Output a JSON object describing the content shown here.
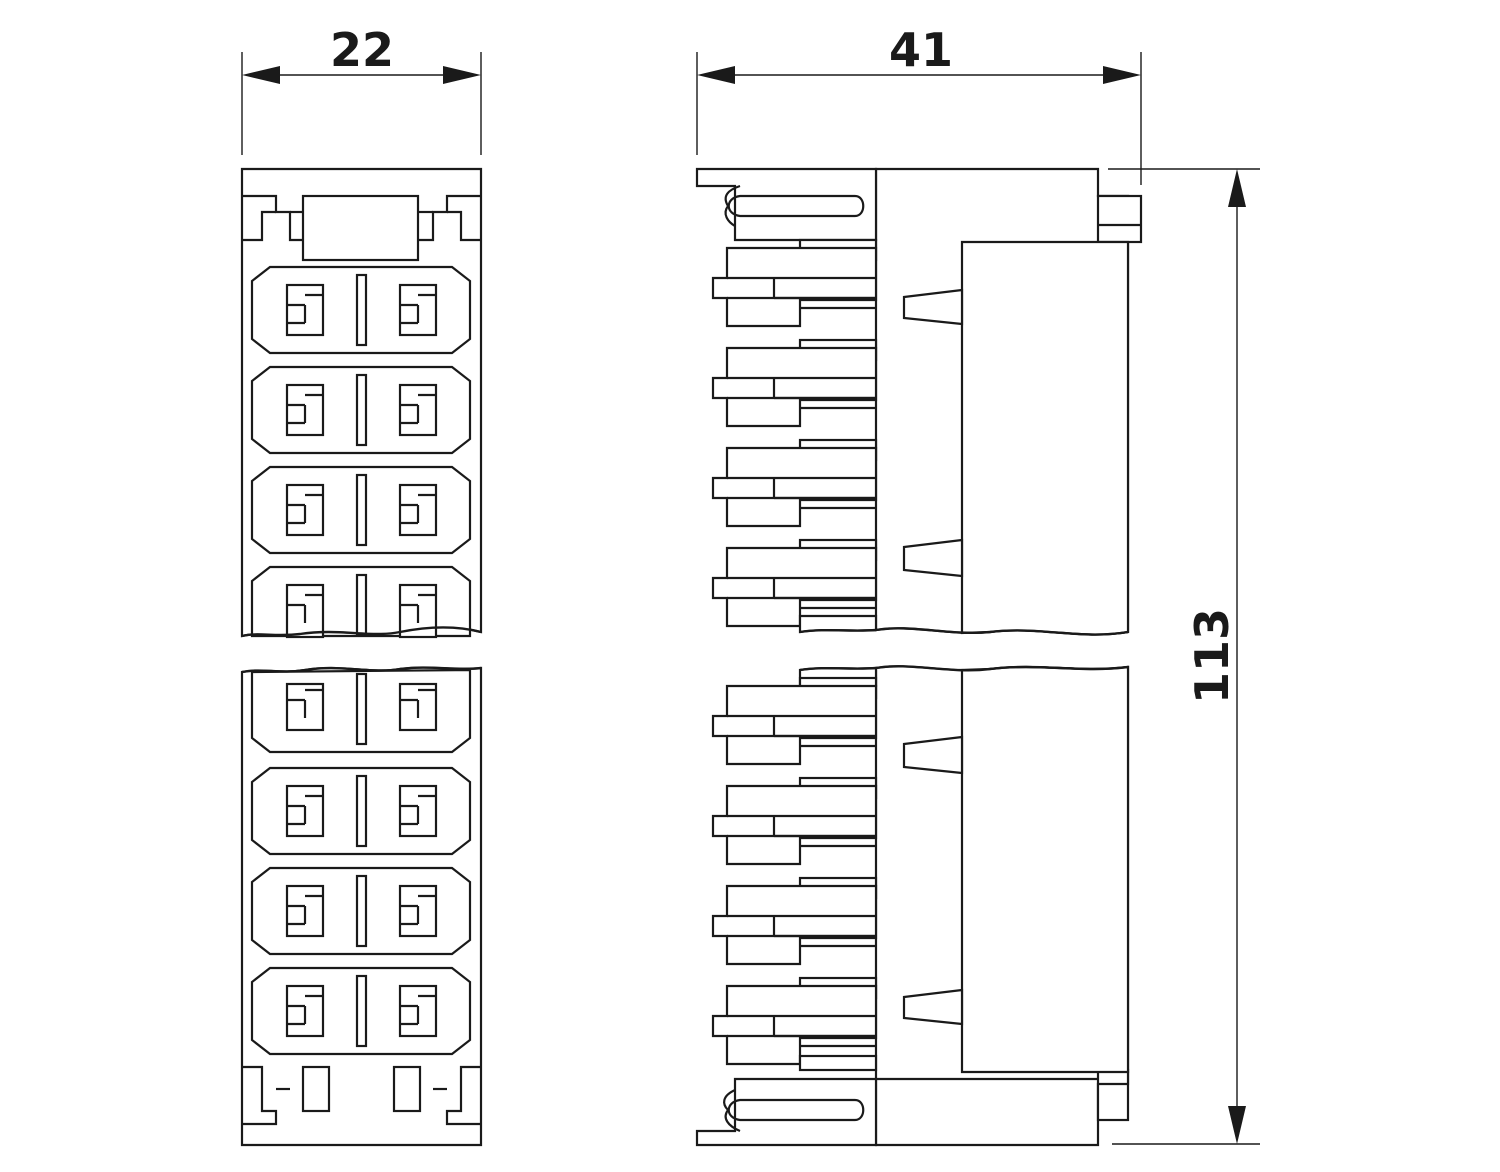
{
  "dimensions": {
    "front_width": "22",
    "side_depth": "41",
    "height": "113"
  },
  "front_view": {
    "upper_cells": 4,
    "lower_cells": 4
  },
  "side_view": {
    "upper_contacts": 4,
    "lower_contacts": 4
  },
  "colors": {
    "line": "#1a1a1a",
    "background": "#ffffff"
  }
}
